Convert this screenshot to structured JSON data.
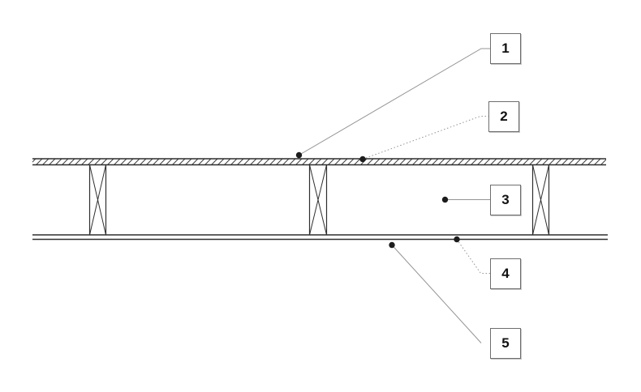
{
  "diagram": {
    "type": "construction-cross-section",
    "description_semantic": "floor-ceiling-assembly-section",
    "callouts": [
      {
        "label": "1",
        "leader_style": "solid",
        "points_to": "top-sheathing-surface"
      },
      {
        "label": "2",
        "leader_style": "dotted",
        "points_to": "top-sheathing-layer"
      },
      {
        "label": "3",
        "leader_style": "solid",
        "points_to": "cavity-between-joists"
      },
      {
        "label": "4",
        "leader_style": "dotted",
        "points_to": "bottom-layer"
      },
      {
        "label": "5",
        "leader_style": "solid",
        "points_to": "underside-of-bottom-layer"
      }
    ],
    "layers": [
      {
        "name": "hatched-sheathing-band",
        "position": "top"
      },
      {
        "name": "x-braced-joists",
        "count": 3
      },
      {
        "name": "double-line-ceiling-band",
        "position": "bottom"
      }
    ]
  },
  "colors": {
    "bg-color": "#ffffff",
    "line-color": "#2f2f2f",
    "hatch-color": "#3c3c3c",
    "leader-color": "#949494",
    "dot-color": "#1c1c1c",
    "box-border-color": "#6e6e6e",
    "label-color": "#111111"
  }
}
